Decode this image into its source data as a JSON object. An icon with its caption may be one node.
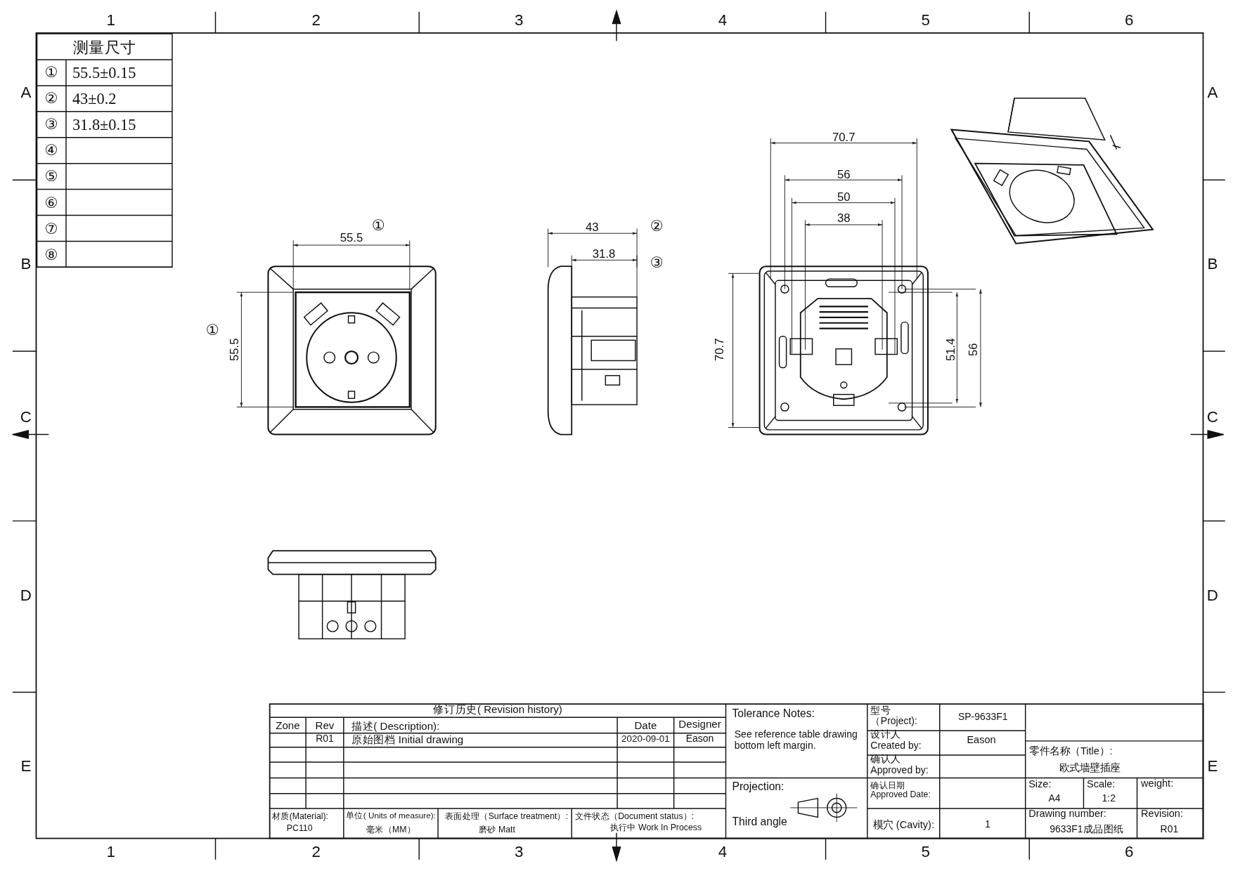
{
  "diagram": {
    "labels": [
      "1",
      "2",
      "3",
      "4",
      "5",
      "6",
      "A",
      "A",
      "B",
      "B",
      "C",
      "C",
      "D",
      "D",
      "E",
      "E",
      "1",
      "2",
      "3",
      "4",
      "5",
      "6",
      "测量尺寸",
      "①",
      "55.5±0.15",
      "②",
      "43±0.2",
      "③",
      "31.8±0.15",
      "④",
      "⑤",
      "⑥",
      "⑦",
      "⑧",
      "①",
      "55.5",
      "①",
      "55.5",
      "43",
      "②",
      "31.8",
      "③",
      "70.7",
      "56",
      "50",
      "38",
      "70.7",
      "51.4",
      "56",
      "修订历史( Revision history)",
      "Zone",
      "Rev",
      "描述( Description):",
      "Date",
      "Designer",
      "R01",
      "原始图档 Initial drawing",
      "2020-09-01",
      "Eason",
      "材质(Material):",
      "PC110",
      "单位( Units of measure):",
      "毫米（MM）",
      "表面处理（Surface treatment）:",
      "磨砂 Matt",
      "文件状态（Document status）:",
      "执行中 Work In Process",
      "Tolerance Notes:",
      "See reference table drawing bottom left margin.",
      "Projection:",
      "Third angle",
      "型号（Project):",
      "SP-9633F1",
      "设计人 Created by:",
      "Eason",
      "确认人 Approved by:",
      "确认日期 Approved Date:",
      "模穴 (Cavity):",
      "1",
      "零件名称（Title）:",
      "欧式墙壁插座",
      "Size:",
      "A4",
      "Scale:",
      "1:2",
      "weight:",
      "Drawing number:",
      "9633F1成品图纸",
      "Revision:",
      "R01"
    ]
  }
}
